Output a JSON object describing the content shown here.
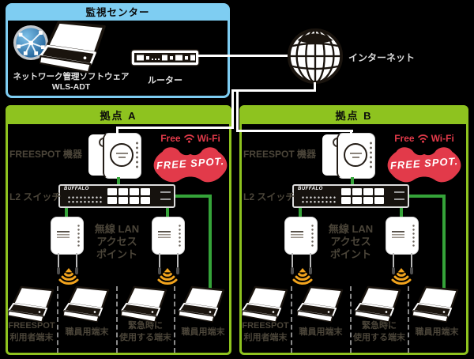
{
  "colors": {
    "cyan": "#7ecdf2",
    "site_green": "#8ec31f",
    "lan_green": "#35a339",
    "logo_red": "#e23a4a",
    "wifi_orange": "#f2a41d",
    "dim_label": "#4b4539"
  },
  "monitoring_center": {
    "title": "監視センター",
    "software_label": [
      "ネットワーク管理ソフトウェア",
      "WLS-ADT"
    ],
    "router_label": "ルーター"
  },
  "internet_label": "インターネット",
  "sites": [
    {
      "title": "拠点 A",
      "freespot_device_label": "FREESPOT 機器",
      "free_wifi_prefix": "Free",
      "free_wifi_suffix": "Wi-Fi",
      "freespot_logo_text": "FREE SPOT.",
      "switch_label": "L2 スイッチ",
      "switch_brand": "BUFFALO",
      "ap_label": [
        "無線 LAN",
        "アクセス",
        "ポイント"
      ],
      "terminal_labels": [
        [
          "FREESPOT",
          "利用者端末"
        ],
        [
          "職員用端末"
        ],
        [
          "緊急時に",
          "使用する端末"
        ],
        [
          "職員用端末"
        ]
      ]
    },
    {
      "title": "拠点 B",
      "freespot_device_label": "FREESPOT 機器",
      "free_wifi_prefix": "Free",
      "free_wifi_suffix": "Wi-Fi",
      "freespot_logo_text": "FREE SPOT.",
      "switch_label": "L2 スイッチ",
      "switch_brand": "BUFFALO",
      "ap_label": [
        "無線 LAN",
        "アクセス",
        "ポイント"
      ],
      "terminal_labels": [
        [
          "FREESPOT",
          "利用者端末"
        ],
        [
          "職員用端末"
        ],
        [
          "緊急時に",
          "使用する端末"
        ],
        [
          "職員用端末"
        ]
      ]
    }
  ]
}
